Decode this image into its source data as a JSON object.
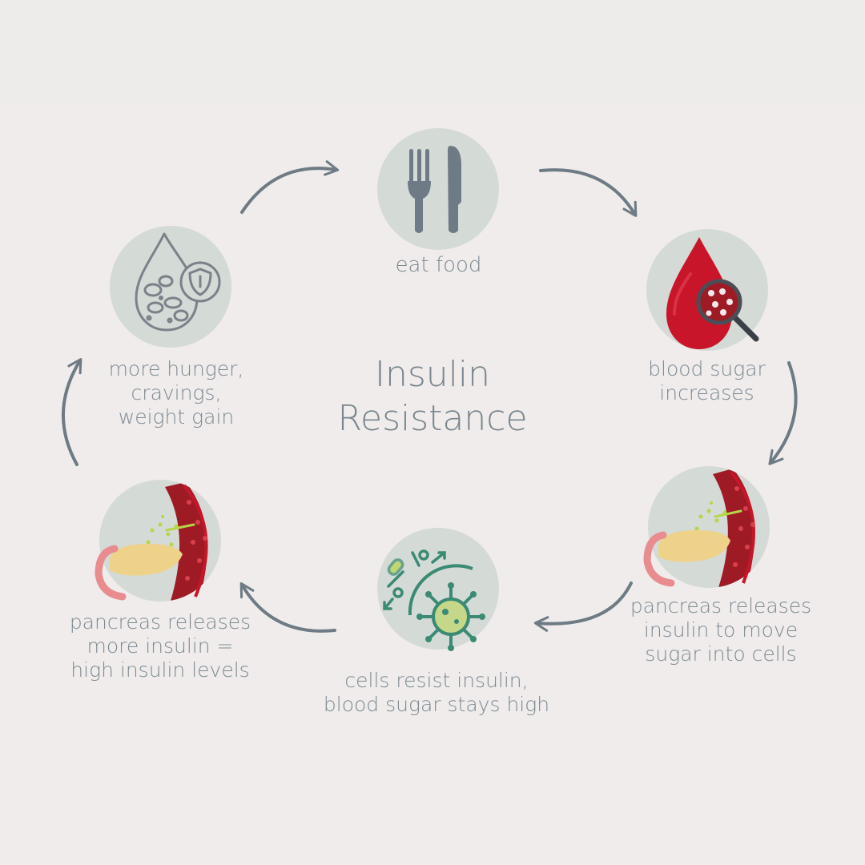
{
  "title": {
    "line1": "Insulin",
    "line2": "Resistance"
  },
  "steps": [
    {
      "id": "eat-food",
      "icon": "fork-knife-icon",
      "label": "eat food"
    },
    {
      "id": "blood-sugar",
      "icon": "blood-drop-magnifier-icon",
      "label": "blood sugar\nincreases"
    },
    {
      "id": "pancreas-insulin",
      "icon": "pancreas-blood-vessel-icon",
      "label": "pancreas releases\ninsulin to move\nsugar  into cells"
    },
    {
      "id": "cells-resist",
      "icon": "virus-cell-icon",
      "label": "cells resist insulin,\nblood sugar stays high"
    },
    {
      "id": "pancreas-more",
      "icon": "pancreas-blood-vessel-icon",
      "label": "pancreas releases\nmore insulin =\nhigh insulin levels"
    },
    {
      "id": "hunger",
      "icon": "drop-cells-shield-icon",
      "label": "more hunger,\ncravings,\nweight gain"
    }
  ],
  "colors": {
    "background": "#efeceb",
    "icon_circle": "#d4dad5",
    "text": "#7d8a92",
    "arrow": "#6e7b84",
    "utensil": "#6e7a85",
    "blood_red": "#c8152a",
    "vessel_red": "#9e1b25",
    "pancreas_yellow": "#efd28a",
    "duodenum_pink": "#e98c8f",
    "cell_green": "#3a8a74",
    "lime_green": "#b8d548"
  }
}
